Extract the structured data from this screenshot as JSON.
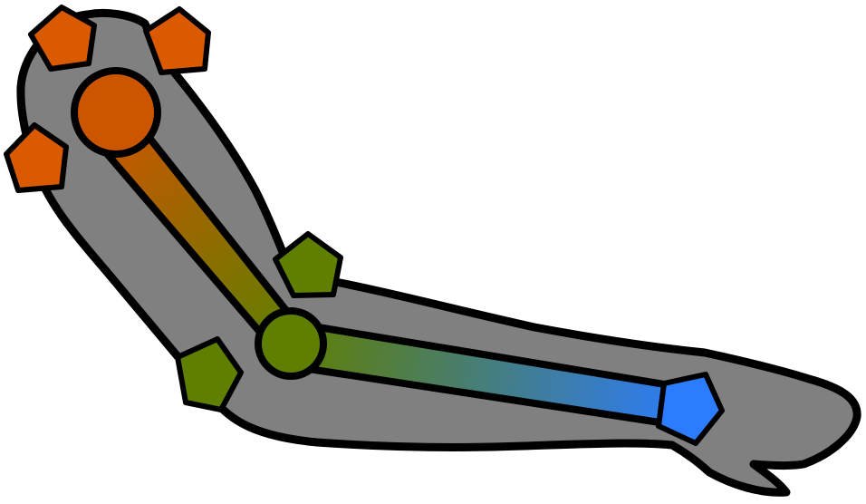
{
  "diagram": {
    "kind": "skeletal-rig",
    "description_visible_text": "",
    "colors": {
      "background": "#ffffff",
      "limb_fill": "#808080",
      "outline": "#000000",
      "upper_joint": "#cc5500",
      "middle_joint": "#5f7f00",
      "end_joint": "#2b7cff"
    },
    "joints": [
      {
        "id": "shoulder",
        "color": "#cc5500"
      },
      {
        "id": "elbow",
        "color": "#5f7f00"
      },
      {
        "id": "wrist",
        "color": "#2b7cff"
      }
    ],
    "bones": [
      {
        "from": "shoulder",
        "to": "elbow",
        "gradient": [
          "#cc5500",
          "#5f7f00"
        ]
      },
      {
        "from": "elbow",
        "to": "wrist",
        "gradient": [
          "#5f7f00",
          "#2b7cff"
        ]
      }
    ],
    "controls": [
      {
        "id": "upper-control-left-top",
        "color": "#d95a00"
      },
      {
        "id": "upper-control-right-top",
        "color": "#d95a00"
      },
      {
        "id": "upper-control-left",
        "color": "#d95a00"
      },
      {
        "id": "middle-control-top",
        "color": "#5f7f00"
      },
      {
        "id": "middle-control-bottom",
        "color": "#5f7f00"
      },
      {
        "id": "end-control",
        "color": "#2b7cff"
      }
    ]
  }
}
